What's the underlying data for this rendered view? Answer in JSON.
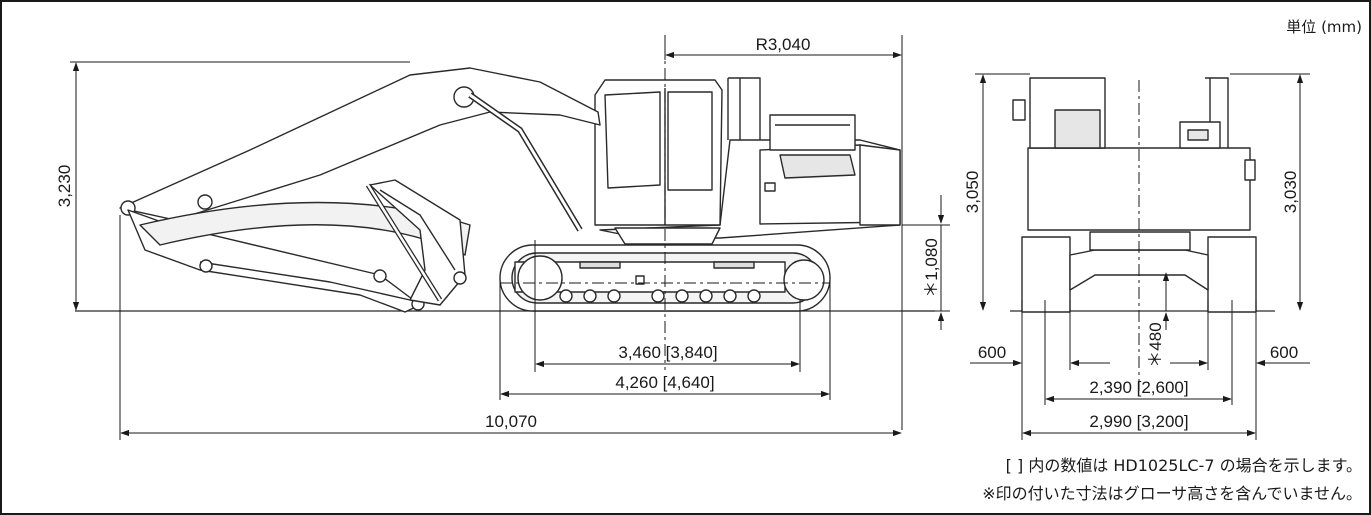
{
  "unit_label": "単位 (mm)",
  "dimensions": {
    "tail_swing_radius": "R3,040",
    "overall_height": "3,230",
    "ground_clearance_counterweight": "＊1,080",
    "tumbler_distance": "3,460 [3,840]",
    "track_length": "4,260 [4,640]",
    "overall_length": "10,070",
    "cab_height": "3,050",
    "rail_height": "3,030",
    "min_ground_clearance": "＊480",
    "shoe_width_left": "600",
    "shoe_width_right": "600",
    "track_gauge": "2,390 [2,600]",
    "overall_width": "2,990 [3,200]"
  },
  "notes": [
    "[ ] 内の数値は HD1025LC-7 の場合を示します。",
    "※印の付いた寸法はグローサ高さを含んでいません。"
  ],
  "colors": {
    "line": "#1a1a1a",
    "machine_stroke": "#2a2a2a",
    "machine_fill": "#ffffff",
    "shade": "#e6e6e6"
  }
}
